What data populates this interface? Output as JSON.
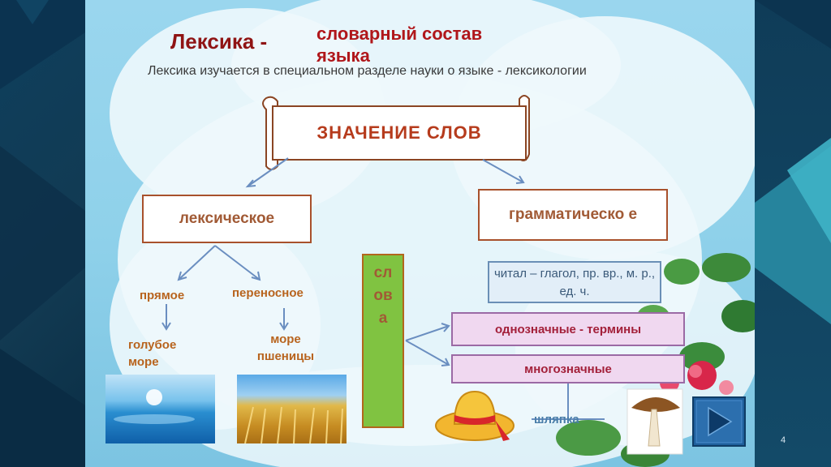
{
  "slide": {
    "title_main": "Лексика -",
    "title_sub": "словарный состав языка",
    "intro": "Лексика изучается в специальном разделе науки о языке - лексикологии",
    "center_label": "ЗНАЧЕНИЕ  СЛОВ",
    "lexical_label": "лексическое",
    "grammatical_label": "грамматическо е",
    "direct_label": "прямое",
    "figurative_label": "переносное",
    "direct_example": "голубое море",
    "figurative_example": "море пшеницы",
    "words_column": "сл ов а",
    "grammar_note": "читал – глагол, пр. вр., м. р., ед. ч.",
    "monosemous_label": "однозначные - термины",
    "polysemous_label": "многозначные",
    "hat_label": "шляпка",
    "slide_number": "4"
  },
  "colors": {
    "title_dark": "#8f1414",
    "title_red": "#b0171b",
    "box_border": "#a8512c",
    "label_orange": "#b8641e",
    "slide_bg": "#9ad6ee"
  },
  "icons": {
    "next": "play-triangle-icon",
    "hat": "hat-icon",
    "mushroom": "mushroom-icon"
  }
}
